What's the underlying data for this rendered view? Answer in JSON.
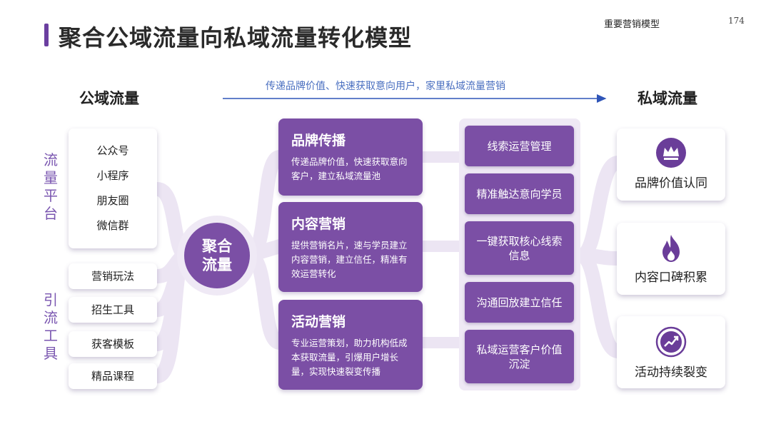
{
  "header": {
    "title": "聚合公域流量向私域流量转化模型",
    "section": "重要营销模型",
    "page_number": "174"
  },
  "columns": {
    "public_title": "公域流量",
    "private_title": "私域流量",
    "arrow_caption": "传递品牌价值、快速获取意向用户，家里私域流量营销"
  },
  "left": {
    "platform_label": "流量平台",
    "platform_label_chars": [
      "流",
      "量",
      "平",
      "台"
    ],
    "platforms": [
      "公众号",
      "小程序",
      "朋友圈",
      "微信群"
    ],
    "tools_label_chars": [
      "引",
      "流",
      "工",
      "具"
    ],
    "tools": [
      "营销玩法",
      "招生工具",
      "获客模板",
      "精品课程"
    ]
  },
  "center": {
    "circle_label": "聚合流量",
    "cards": [
      {
        "title": "品牌传播",
        "desc": "传递品牌价值，快速获取意向客户，建立私域流量池"
      },
      {
        "title": "内容营销",
        "desc": "提供营销名片，速与学员建立内容营销，建立信任，精准有效运营转化"
      },
      {
        "title": "活动营销",
        "desc": "专业运营策划，助力机构低成本获取流量，引爆用户增长量，实现快速裂变传播"
      }
    ]
  },
  "steps": [
    {
      "label": "线索运营管理"
    },
    {
      "label": "精准触达意向学员"
    },
    {
      "label": "一键获取核心线索信息"
    },
    {
      "label": "沟通回放建立信任"
    },
    {
      "label": "私域运营客户价值沉淀"
    }
  ],
  "outcomes": [
    {
      "label": "品牌价值认同",
      "icon": "crown-icon"
    },
    {
      "label": "内容口碑积累",
      "icon": "flame-icon"
    },
    {
      "label": "活动持续裂变",
      "icon": "growth-chart-icon"
    }
  ],
  "colors": {
    "primary_purple": "#7b4fa5",
    "light_purple": "#efe9f5",
    "arrow_blue": "#4a6fc0"
  }
}
